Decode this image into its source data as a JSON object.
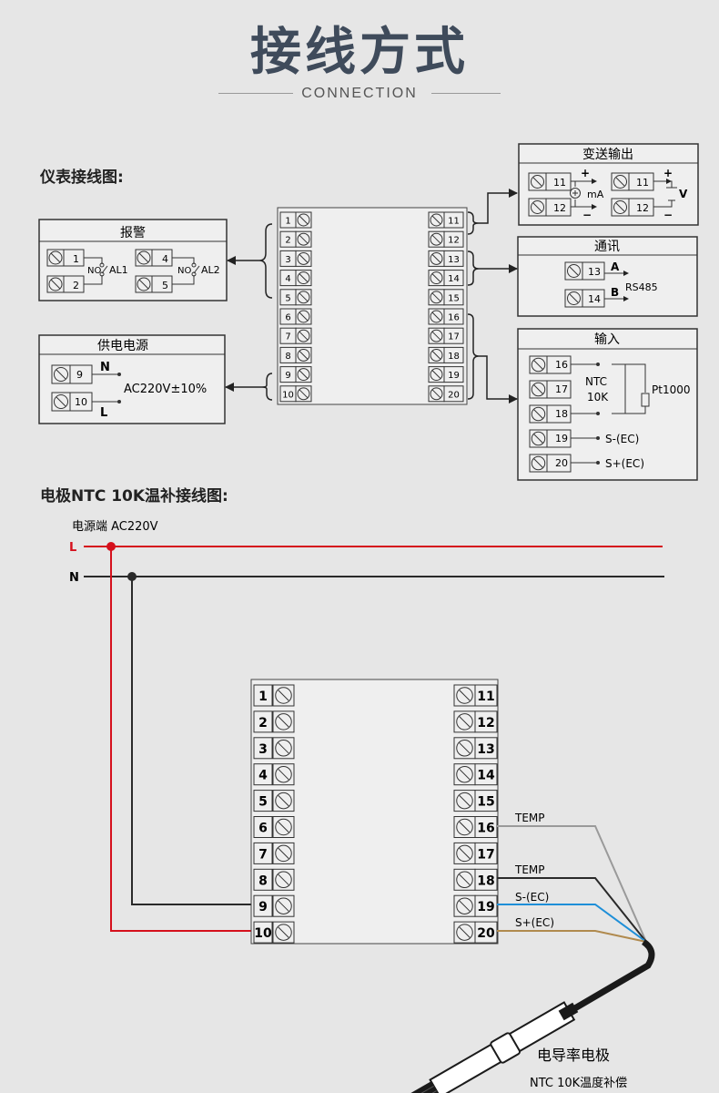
{
  "page": {
    "title": "接线方式",
    "subtitle": "CONNECTION",
    "instrument_heading": "仪表接线图:",
    "ntc_heading": "电极NTC 10K温补接线图:"
  },
  "instrument": {
    "left_terminals": [
      "1",
      "2",
      "3",
      "4",
      "5",
      "6",
      "7",
      "8",
      "9",
      "10"
    ],
    "right_terminals": [
      "11",
      "12",
      "13",
      "14",
      "15",
      "16",
      "17",
      "18",
      "19",
      "20"
    ]
  },
  "alarm": {
    "title": "报警",
    "t1": "1",
    "t2": "2",
    "t4": "4",
    "t5": "5",
    "no1": "NO",
    "al1": "AL1",
    "no2": "NO",
    "al2": "AL2"
  },
  "power": {
    "title": "供电电源",
    "t9": "9",
    "t10": "10",
    "n": "N",
    "l": "L",
    "voltage": "AC220V±10%"
  },
  "transmit": {
    "title": "变送输出",
    "t11a": "11",
    "t12a": "12",
    "t11b": "11",
    "t12b": "12",
    "plus1": "+",
    "minus1": "−",
    "ma": "mA",
    "plus2": "+",
    "minus2": "−",
    "v": "V"
  },
  "comm": {
    "title": "通讯",
    "t13": "13",
    "t14": "14",
    "a": "A",
    "b": "B",
    "rs485": "RS485"
  },
  "input": {
    "title": "输入",
    "t16": "16",
    "t17": "17",
    "t18": "18",
    "t19": "19",
    "t20": "20",
    "ntc": "NTC",
    "ntc_value": "10K",
    "pt": "Pt1000",
    "s_minus": "S-(EC)",
    "s_plus": "S+(EC)"
  },
  "wiring": {
    "power_label": "电源端  AC220V",
    "l": "L",
    "n": "N",
    "left_terminals": [
      "1",
      "2",
      "3",
      "4",
      "5",
      "6",
      "7",
      "8",
      "9",
      "10"
    ],
    "right_terminals": [
      "11",
      "12",
      "13",
      "14",
      "15",
      "16",
      "17",
      "18",
      "19",
      "20"
    ],
    "wire_labels": [
      "TEMP",
      "TEMP",
      "S-(EC)",
      "S+(EC)"
    ],
    "probe_label": "电导率电极",
    "probe_sub": "NTC 10K温度补偿",
    "colors": {
      "live": "#d5101c",
      "neutral": "#2a2a2a",
      "temp1": "#9a9a9a",
      "temp2": "#2a2a2a",
      "s_minus": "#1e8fd8",
      "s_plus": "#b08a4e"
    }
  }
}
